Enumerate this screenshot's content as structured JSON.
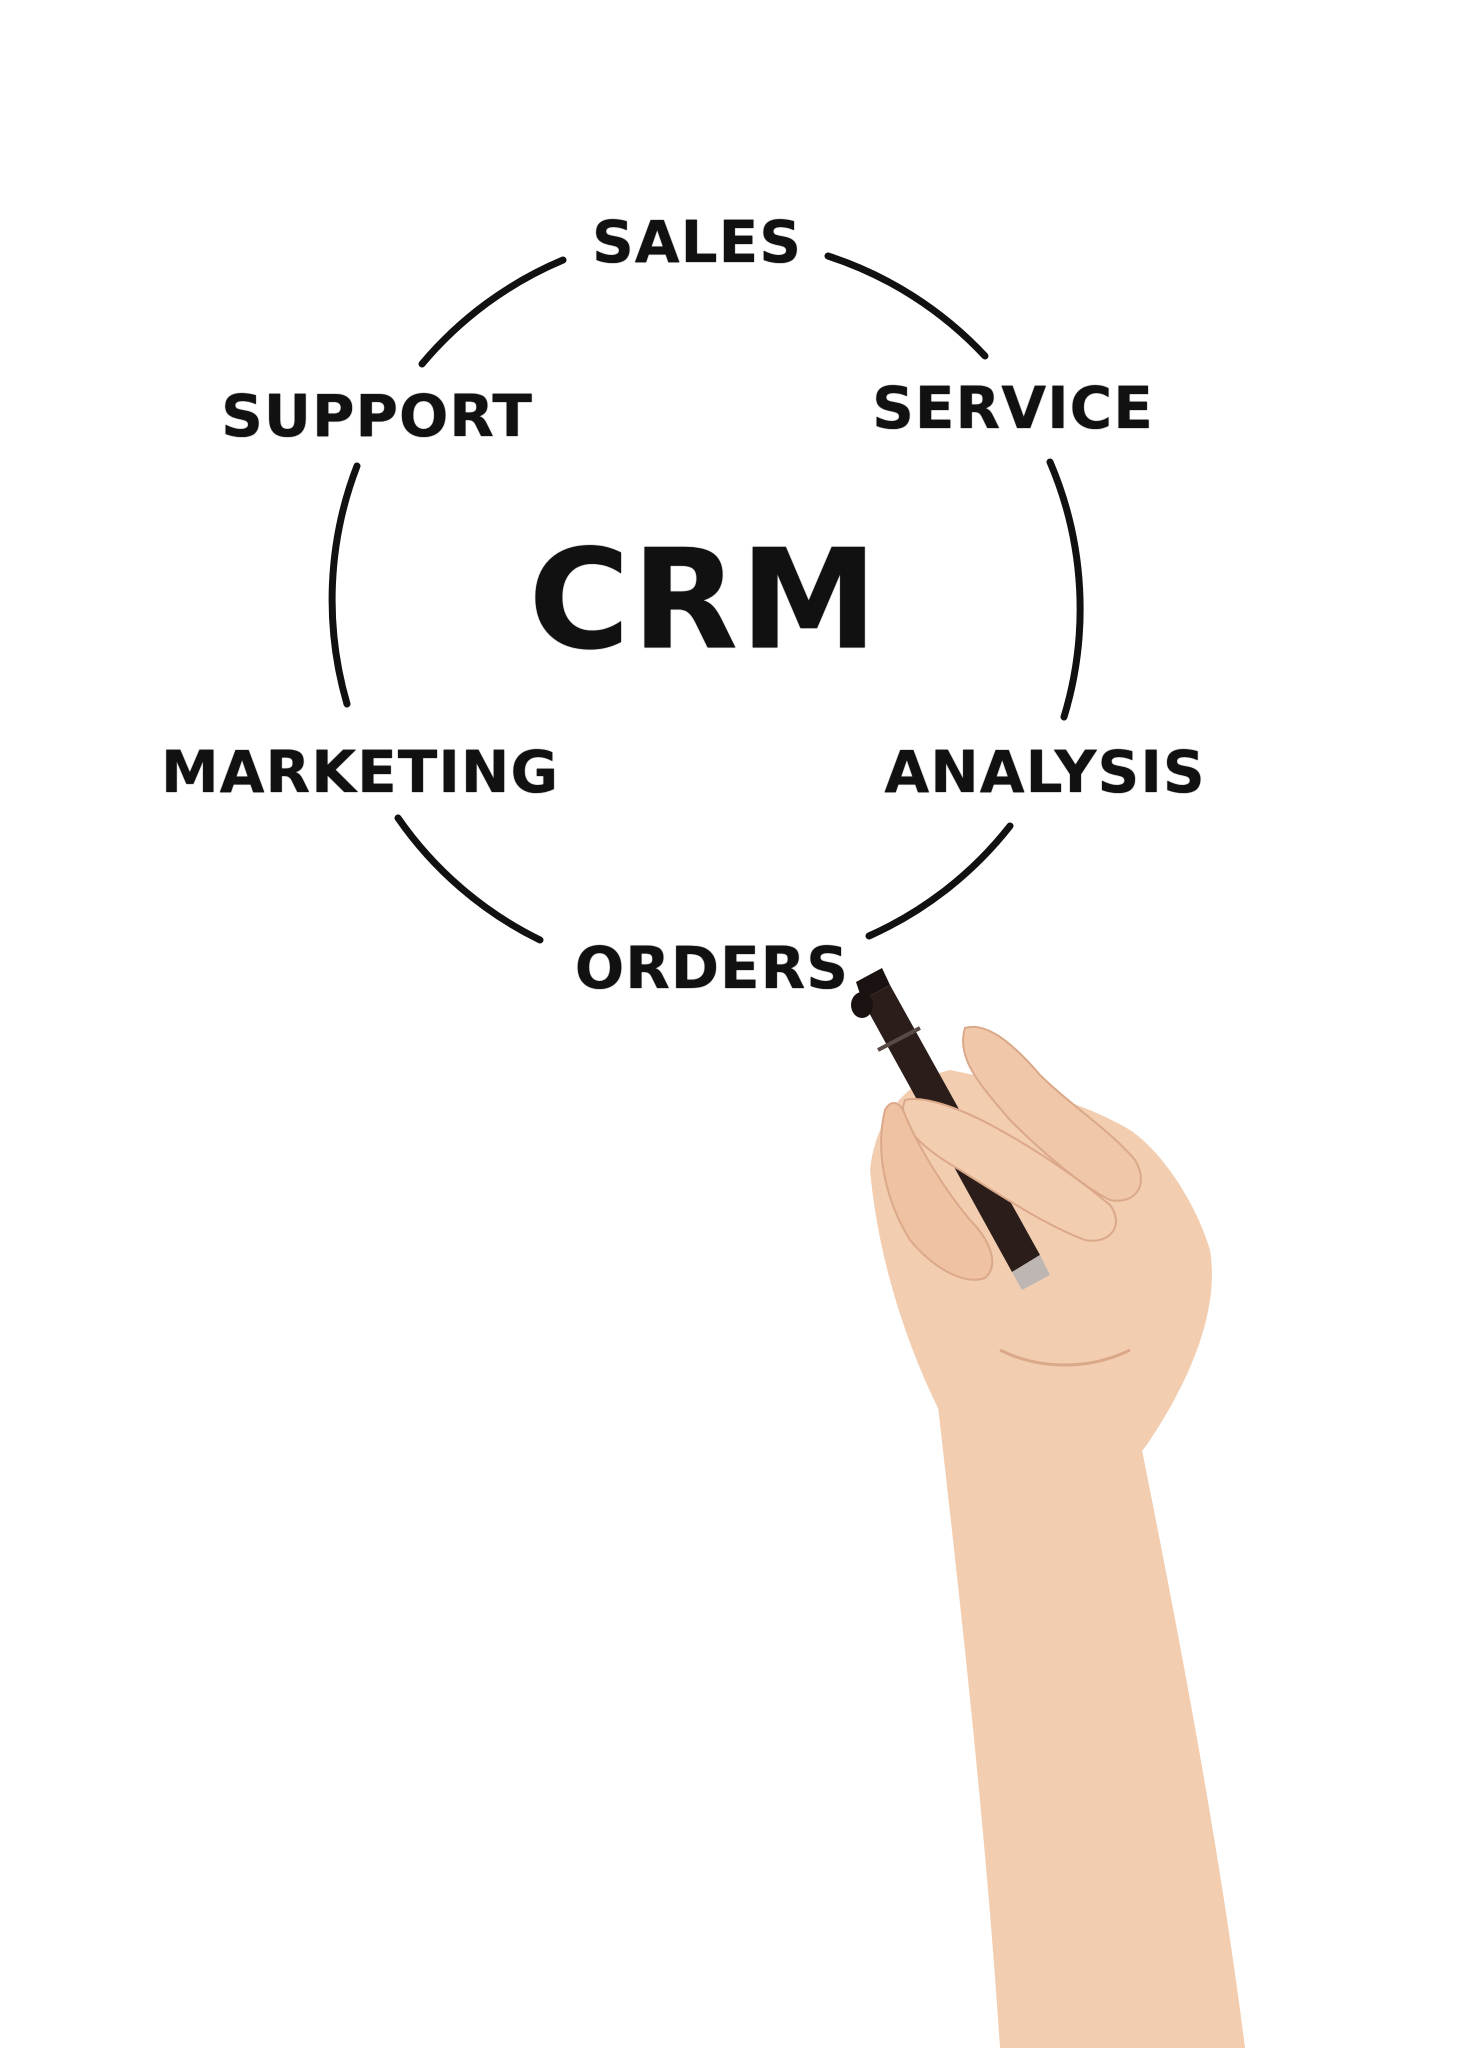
{
  "diagram": {
    "center_label": "CRM",
    "nodes": [
      {
        "id": "sales",
        "label": "SALES"
      },
      {
        "id": "service",
        "label": "SERVICE"
      },
      {
        "id": "analysis",
        "label": "ANALYSIS"
      },
      {
        "id": "orders",
        "label": "ORDERS"
      },
      {
        "id": "marketing",
        "label": "MARKETING"
      },
      {
        "id": "support",
        "label": "SUPPORT"
      }
    ]
  },
  "colors": {
    "ink": "#111111",
    "background": "#ffffff",
    "skin": "#f2cdb0",
    "skin_shadow": "#dba98a",
    "marker_body": "#2a1d1a"
  }
}
